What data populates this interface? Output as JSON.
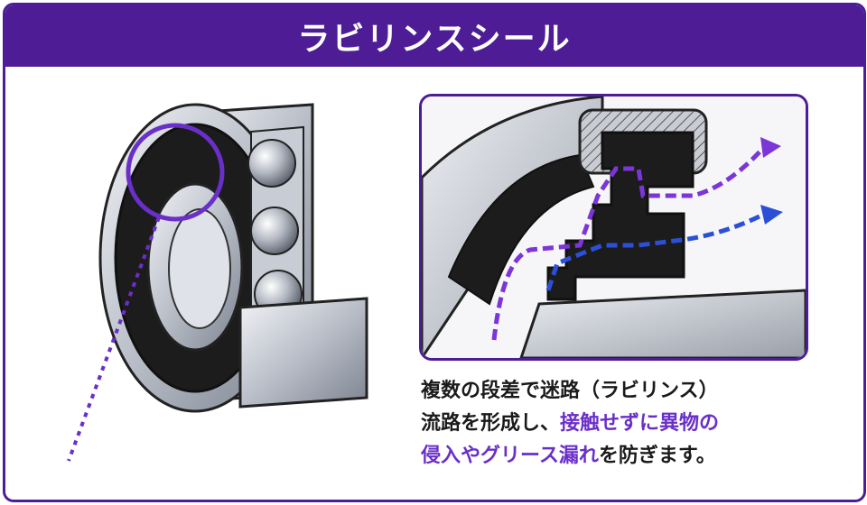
{
  "header": {
    "title": "ラビリンスシール"
  },
  "description": {
    "line1": "複数の段差で迷路（ラビリンス）",
    "line2_normal": "流路を形成し、",
    "line2_highlight": "接触せずに異物の",
    "line3_highlight": "侵入やグリース漏れ",
    "line3_normal": "を防ぎます。"
  },
  "colors": {
    "brand": "#4e1d96",
    "highlight": "#6a2fc9",
    "flow_purple": "#7b35d8",
    "flow_blue": "#2b4fd6",
    "seal_black": "#1c1c1c"
  }
}
